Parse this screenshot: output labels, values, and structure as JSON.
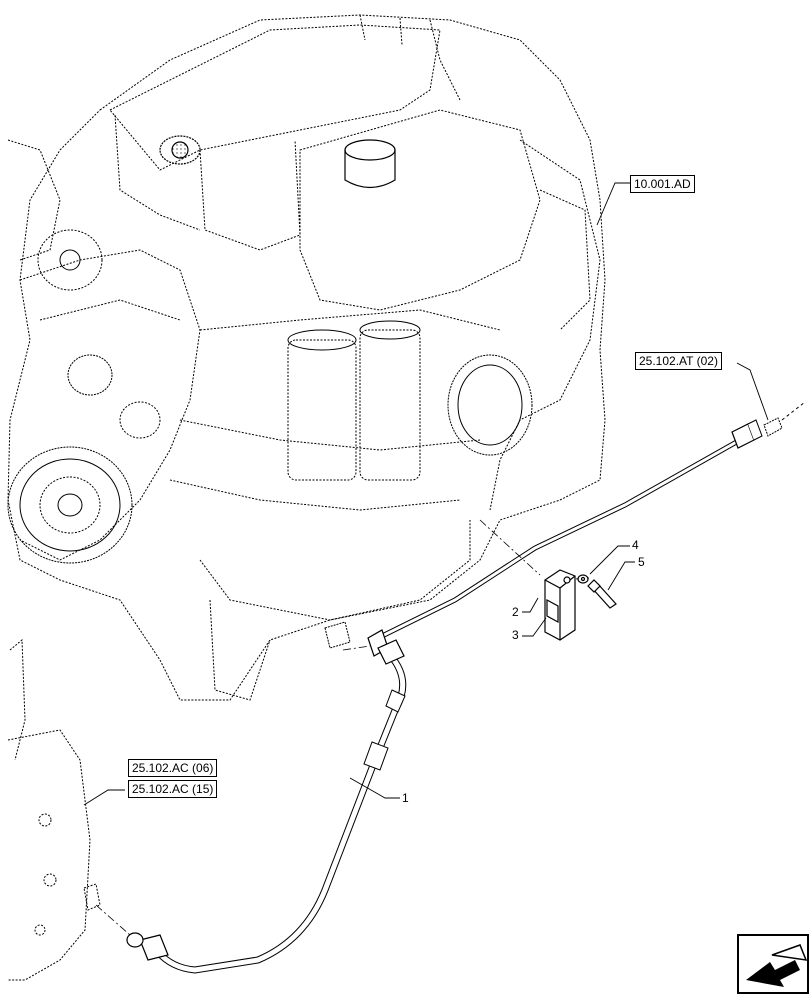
{
  "references": {
    "ref_top": "10.001.AD",
    "ref_right": "25.102.AT (02)",
    "ref_left_1": "25.102.AC (06)",
    "ref_left_2": "25.102.AC (15)"
  },
  "callouts": {
    "c1": "1",
    "c2": "2",
    "c3": "3",
    "c4": "4",
    "c5": "5"
  },
  "icons": {
    "engine": "engine-assembly-illustration",
    "nav": "navigation-arrow-icon"
  }
}
